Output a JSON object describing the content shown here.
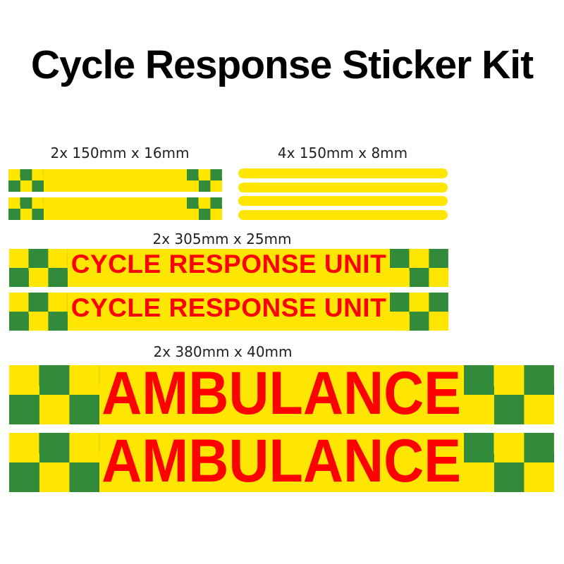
{
  "title": "Cycle Response Sticker Kit",
  "colors": {
    "background": "#FFFFFF",
    "yellow": "#FFE600",
    "green": "#318B3B",
    "red": "#FF0000",
    "title_text": "#000000",
    "label_text": "#212121"
  },
  "groups": {
    "small_strips": {
      "size_label": "2x 150mm x 16mm"
    },
    "thin_strips": {
      "size_label": "4x 150mm x 8mm"
    },
    "cycle_unit": {
      "size_label": "2x 305mm x 25mm",
      "sticker_text": "CYCLE RESPONSE UNIT"
    },
    "ambulance": {
      "size_label": "2x 380mm x 40mm",
      "sticker_text": "AMBULANCE"
    }
  }
}
